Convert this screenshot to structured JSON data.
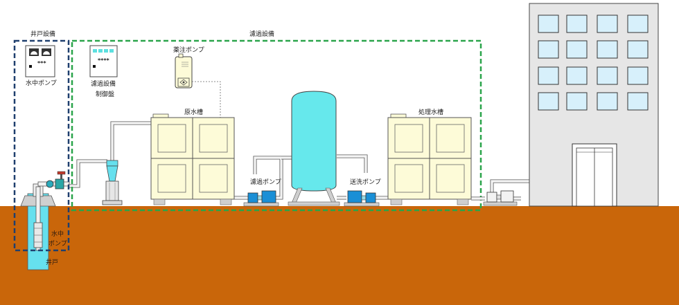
{
  "labels": {
    "well_equipment": "井戸設備",
    "filtration_equipment": "濾過設備",
    "submersible_pump_panel": "水中ポンプ",
    "filtration_panel_line1": "濾過設備",
    "filtration_panel_line2": "制御盤",
    "chemical_pump": "薬注ポンプ",
    "raw_water_tank": "原水槽",
    "treated_water_tank": "処理水槽",
    "filtration_pump": "濾過ポンプ",
    "wash_pump": "送洗ポンプ",
    "well_pump_line1": "水中",
    "well_pump_line2": "ポンプ",
    "well": "井戸"
  },
  "panels": {
    "submersible_pump_indicator": "***",
    "filtration_panel_indicator": "****"
  },
  "colors": {
    "ground": "#c9660a",
    "well_box_border": "#1f3f6e",
    "filtration_box_border": "#2aa44a",
    "tank_fill": "#fdfbd8",
    "filter_vessel": "#66e8ec",
    "pump_blue": "#1a8fd6",
    "building_fill": "#e6e6e6",
    "window_fill": "#d7f0fb"
  }
}
